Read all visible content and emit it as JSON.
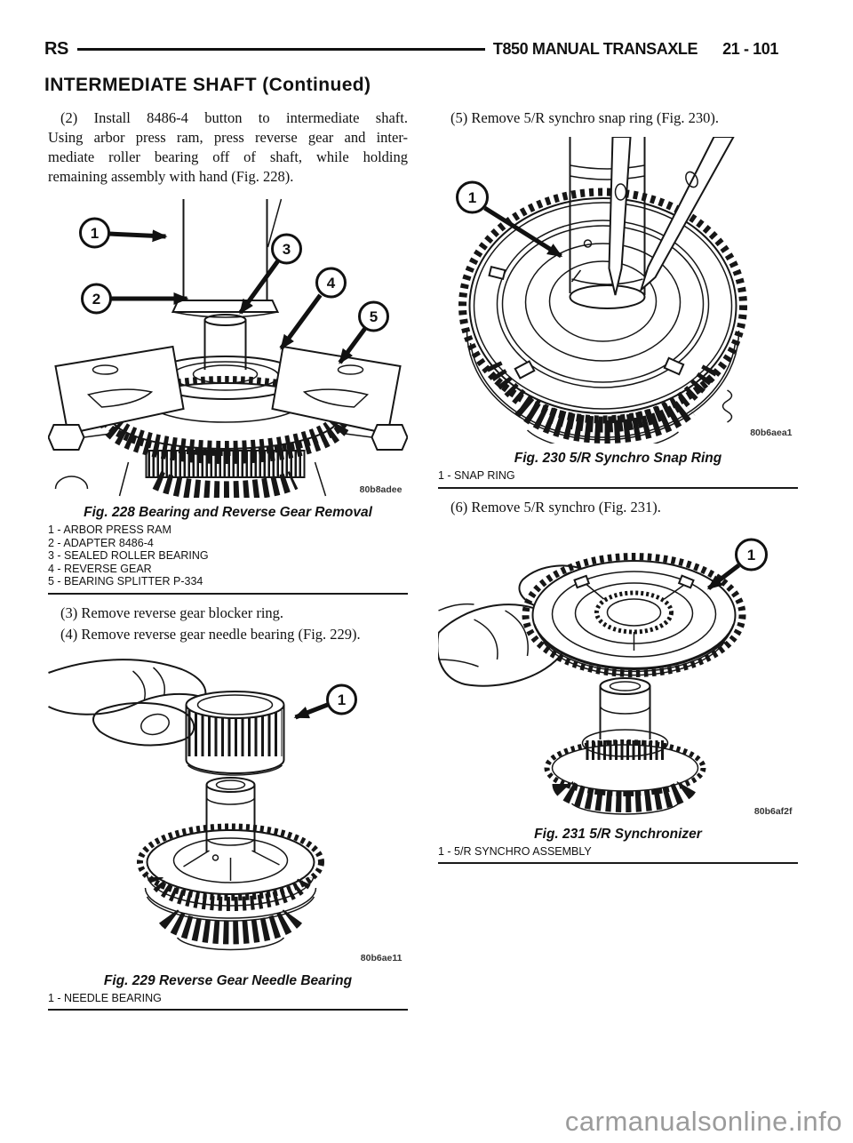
{
  "header": {
    "doc_code": "RS",
    "title": "T850 MANUAL TRANSAXLE",
    "page_number": "21 - 101"
  },
  "section": {
    "title": "INTERMEDIATE SHAFT (Continued)"
  },
  "steps": {
    "step2_lines": [
      "(2) Install 8486-4 button to intermediate shaft.",
      "Using arbor press ram, press reverse gear and inter-",
      "mediate roller bearing off of shaft, while holding",
      "remaining assembly with hand (Fig. 228)."
    ],
    "step3": "(3) Remove reverse gear blocker ring.",
    "step4": "(4) Remove reverse gear needle bearing (Fig. 229).",
    "step5": "(5) Remove 5/R synchro snap ring (Fig. 230).",
    "step6": "(6) Remove 5/R synchro (Fig. 231)."
  },
  "figures": {
    "fig228": {
      "caption": "Fig. 228 Bearing and Reverse Gear Removal",
      "code": "80b8adee",
      "callouts": [
        "1",
        "2",
        "3",
        "4",
        "5"
      ],
      "legend": [
        "1 - ARBOR PRESS RAM",
        "2 - ADAPTER 8486-4",
        "3 - SEALED ROLLER BEARING",
        "4 - REVERSE GEAR",
        "5 - BEARING SPLITTER P-334"
      ]
    },
    "fig229": {
      "caption": "Fig. 229 Reverse Gear Needle Bearing",
      "code": "80b6ae11",
      "callouts": [
        "1"
      ],
      "legend": [
        "1 - NEEDLE BEARING"
      ]
    },
    "fig230": {
      "caption": "Fig. 230 5/R Synchro Snap Ring",
      "code": "80b6aea1",
      "callouts": [
        "1"
      ],
      "legend": [
        "1 - SNAP RING"
      ]
    },
    "fig231": {
      "caption": "Fig. 231 5/R Synchronizer",
      "code": "80b6af2f",
      "callouts": [
        "1"
      ],
      "legend": [
        "1 - 5/R SYNCHRO ASSEMBLY"
      ]
    }
  },
  "watermark": "carmanualsonline.info",
  "colors": {
    "ink": "#111111",
    "watermark": "#9b9b9b",
    "paper": "#ffffff"
  }
}
